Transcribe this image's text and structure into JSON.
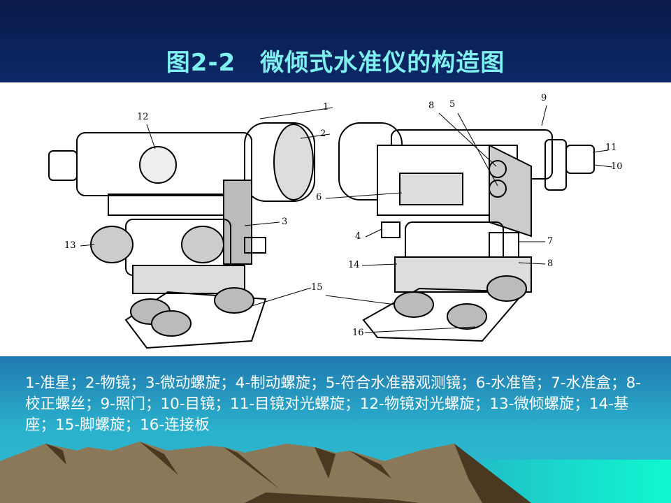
{
  "title": "图2-2　微倾式水准仪的构造图",
  "figure_labels": {
    "l1": "1",
    "l2": "2",
    "l3": "3",
    "l4": "4",
    "l5": "5",
    "l6": "6",
    "l7": "7",
    "l8a": "8",
    "l8b": "8",
    "l9": "9",
    "l10": "10",
    "l11": "11",
    "l12": "12",
    "l13": "13",
    "l14": "14",
    "l15": "15",
    "l16": "16"
  },
  "caption": "1-准星；2-物镜；3-微动螺旋；4-制动螺旋；5-符合水准器观测镜；6-水准管；7-水准盒；8-校正螺丝；9-照门；10-目镜；11-目镜对光螺旋；12-物镜对光螺旋；13-微倾螺旋；14-基座；15-脚螺旋；16-连接板",
  "colors": {
    "title": "#7ef0f0",
    "sea": "#10f0d0",
    "mountain_light": "#8a7858",
    "mountain_dark": "#4a3820"
  }
}
